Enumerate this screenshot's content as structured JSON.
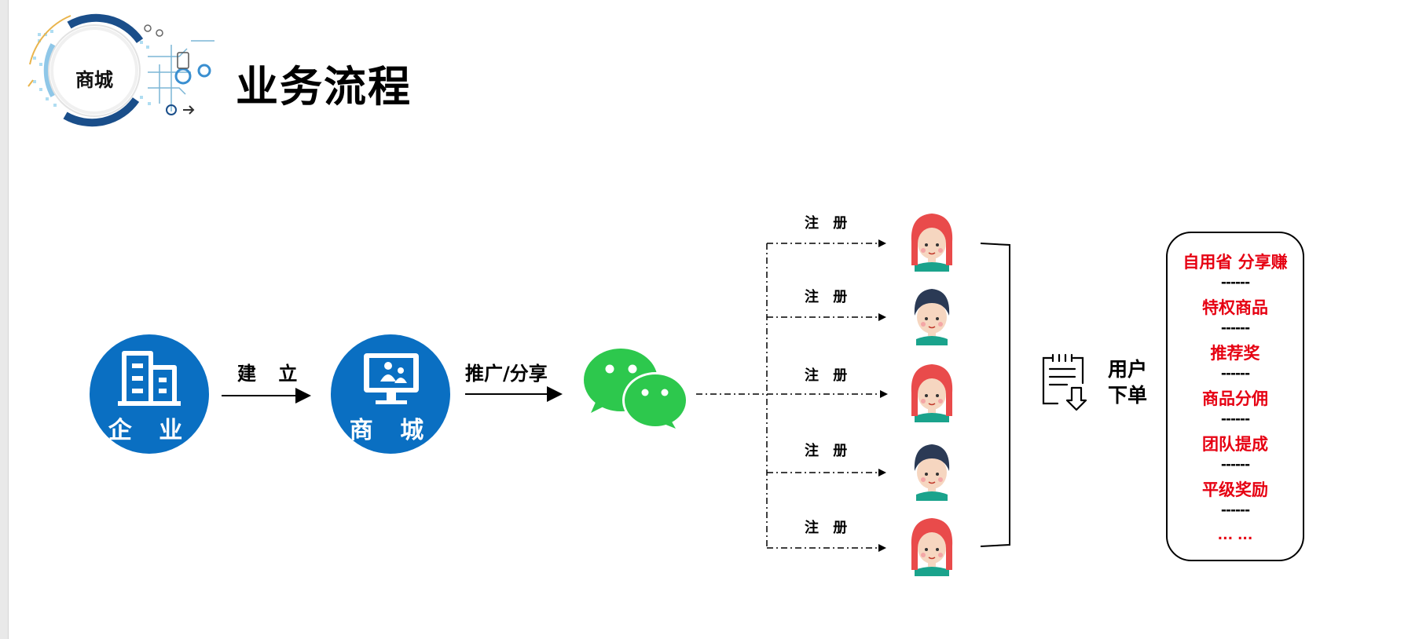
{
  "header": {
    "badge_text": "商城",
    "title": "业务流程"
  },
  "flow": {
    "enterprise_label": "企 业",
    "arrow1_label": "建 立",
    "mall_label": "商 城",
    "arrow2_label": "推广/分享",
    "register_label": "注 册",
    "order_label_line1": "用户",
    "order_label_line2": "下单"
  },
  "rewards": {
    "items": [
      "自用省  分享赚",
      "特权商品",
      "推荐奖",
      "商品分佣",
      "团队提成",
      "平级奖励",
      "... ..."
    ],
    "separator": "------"
  },
  "colors": {
    "brand_blue": "#0a6fc2",
    "wechat_green": "#2dc84d",
    "reward_red": "#e60012",
    "female_hair": "#e94b4b",
    "male_hair": "#2b3a55",
    "shirt": "#1aa38c"
  },
  "icons": {
    "enterprise": "building-icon",
    "mall": "monitor-people-icon",
    "wechat": "wechat-icon",
    "order": "clipboard-download-icon"
  }
}
